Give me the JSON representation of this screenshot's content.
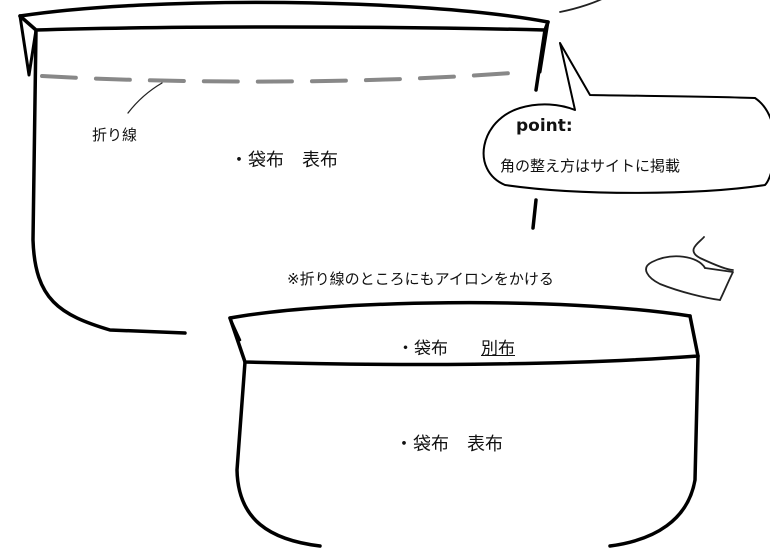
{
  "labels": {
    "fold_line": "折り線",
    "bag_top_main": "・袋布　表布",
    "bubble_title": "point:",
    "bubble_text": "角の整え方はサイトに掲載",
    "note": "※折り線のところにもアイロンをかける",
    "bag_bottom_band_prefix": "・袋布　",
    "bag_bottom_band_fabric": "別布",
    "bag_bottom_main": "・袋布　表布"
  }
}
